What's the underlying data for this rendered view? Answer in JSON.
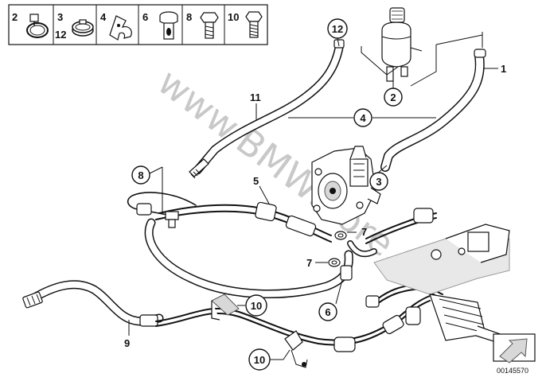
{
  "legend": {
    "items": [
      {
        "id": "2",
        "icon": "hose-clamp-icon"
      },
      {
        "id": "3",
        "sub": "12",
        "icon": "band-clamp-icon"
      },
      {
        "id": "4",
        "icon": "bracket-clip-icon"
      },
      {
        "id": "6",
        "icon": "banjo-bolt-icon"
      },
      {
        "id": "8",
        "icon": "hex-bolt-icon"
      },
      {
        "id": "10",
        "icon": "hex-screw-icon"
      }
    ]
  },
  "callouts": {
    "c1": "1",
    "c2": "2",
    "c3": "3",
    "c4": "4",
    "c5": "5",
    "c6": "6",
    "c7a": "7",
    "c7b": "7",
    "c8": "8",
    "c9": "9",
    "c10a": "10",
    "c10b": "10",
    "c11": "11",
    "c12": "12"
  },
  "watermark": "www.BMWstore.ro",
  "part_number": "00145570",
  "colors": {
    "ink": "#111111",
    "watermark": "#c8c8c8",
    "shade": "#d8d8d8"
  }
}
